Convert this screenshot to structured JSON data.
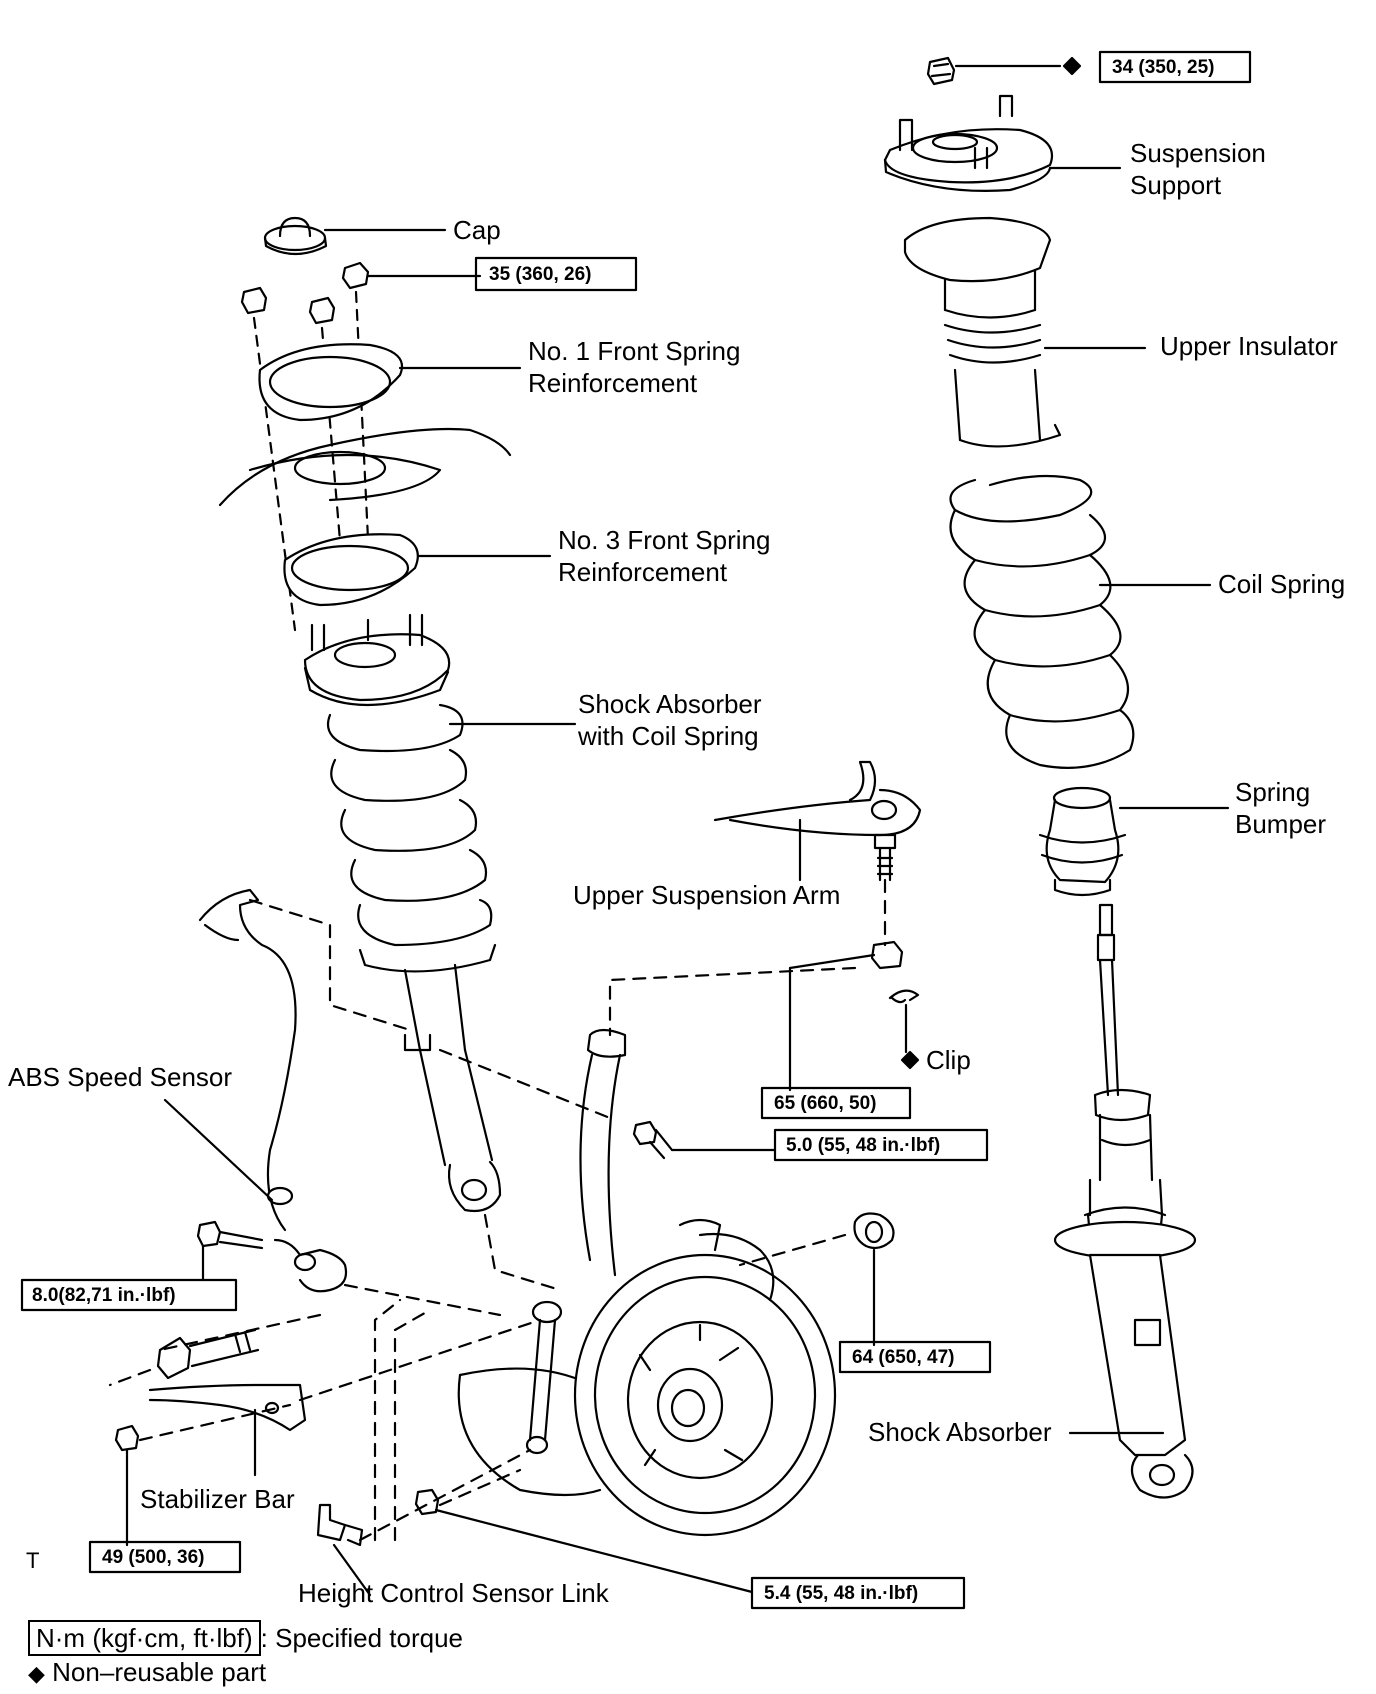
{
  "labels": {
    "cap": "Cap",
    "suspension_support_1": "Suspension",
    "suspension_support_2": "Support",
    "upper_insulator": "Upper Insulator",
    "no1_reinf_1": "No. 1 Front Spring",
    "no1_reinf_2": "Reinforcement",
    "no3_reinf_1": "No. 3 Front Spring",
    "no3_reinf_2": "Reinforcement",
    "coil_spring": "Coil Spring",
    "shock_with_coil_1": "Shock Absorber",
    "shock_with_coil_2": "with Coil Spring",
    "spring_bumper_1": "Spring",
    "spring_bumper_2": "Bumper",
    "upper_suspension_arm": "Upper Suspension Arm",
    "clip": "Clip",
    "abs_speed_sensor": "ABS Speed Sensor",
    "shock_absorber": "Shock Absorber",
    "stabilizer_bar": "Stabilizer Bar",
    "height_control_sensor_link": "Height Control Sensor Link"
  },
  "torques": {
    "t34": "34 (350, 25)",
    "t35": "35 (360, 26)",
    "t65": "65 (660, 50)",
    "t50": "5.0 (55, 48 in.·lbf)",
    "t80": "8.0(82,71 in.·lbf)",
    "t64": "64 (650, 47)",
    "t49": "49 (500, 36)",
    "t54": "5.4 (55, 48 in.·lbf)"
  },
  "legend": {
    "torque_units": "N·m (kgf·cm, ft·lbf)",
    "torque_text": ": Specified torque",
    "nonreusable_text": "Non–reusable part",
    "diamond": "◆"
  },
  "corner_mark": "T"
}
